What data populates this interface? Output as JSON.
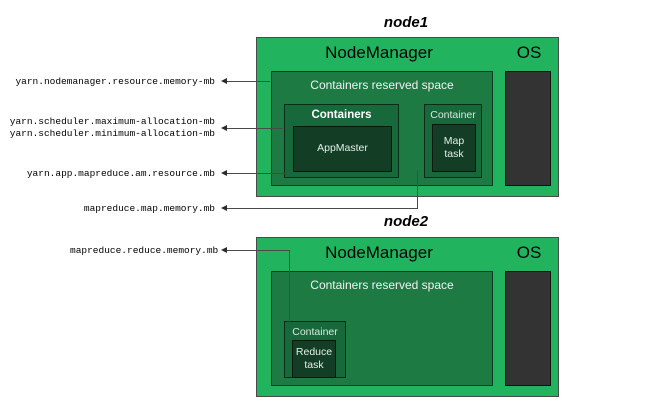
{
  "diagram": {
    "title_node1": "node1",
    "title_node2": "node2",
    "nodemanager_label": "NodeManager",
    "os_label": "OS",
    "reserved_label": "Containers reserved space",
    "containers_label": "Containers",
    "container_label": "Container",
    "appmaster_label": "AppMaster",
    "map_task_label": "Map\ntask",
    "reduce_task_label": "Reduce\ntask"
  },
  "annotations": [
    {
      "id": "nm-memory",
      "text": "yarn.nodemanager.resource.memory-mb"
    },
    {
      "id": "sched-max",
      "text": "yarn.scheduler.maximum-allocation-mb"
    },
    {
      "id": "sched-min",
      "text": "yarn.scheduler.minimum-allocation-mb"
    },
    {
      "id": "am-resource",
      "text": "yarn.app.mapreduce.am.resource.mb"
    },
    {
      "id": "map-memory",
      "text": "mapreduce.map.memory.mb"
    },
    {
      "id": "reduce-memory",
      "text": "mapreduce.reduce.memory.mb"
    }
  ],
  "colors": {
    "node_green": "#22b35e",
    "reserved_green": "#1d7a43",
    "containers_green": "#17683a",
    "task_green": "#143d26",
    "os_gray": "#333333",
    "line": "#4a4a4a",
    "text_dark": "#000000",
    "text_light": "#f2f2f2"
  }
}
